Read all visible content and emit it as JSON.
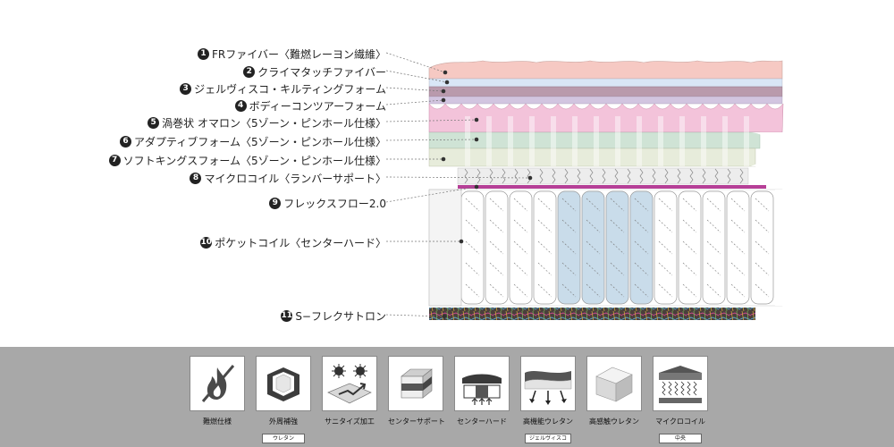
{
  "layers": [
    {
      "num": "1",
      "text": "FRファイバー〈難燃レーヨン繊維〉"
    },
    {
      "num": "2",
      "text": "クライマタッチファイバー"
    },
    {
      "num": "3",
      "text": "ジェルヴィスコ・キルティングフォーム"
    },
    {
      "num": "4",
      "text": "ボディーコンツアーフォーム"
    },
    {
      "num": "5",
      "text": "渦巻状 オマロン〈5ゾーン・ピンホール仕様〉"
    },
    {
      "num": "6",
      "text": "アダプティブフォーム〈5ゾーン・ピンホール仕様〉"
    },
    {
      "num": "7",
      "text": "ソフトキングスフォーム〈5ゾーン・ピンホール仕様〉"
    },
    {
      "num": "8",
      "text": "マイクロコイル〈ランバーサポート〉"
    },
    {
      "num": "9",
      "text": "フレックスフロー2.0"
    },
    {
      "num": "10",
      "text": "ポケットコイル〈センターハード〉"
    },
    {
      "num": "11",
      "text": "S−フレクサトロン"
    }
  ],
  "features": [
    {
      "label": "難燃仕様",
      "sub": "",
      "icon": "flame-off-icon"
    },
    {
      "label": "外周補強",
      "sub": "ウレタン",
      "icon": "perimeter-frame-icon"
    },
    {
      "label": "サニタイズ加工",
      "sub": "",
      "icon": "sanitize-icon"
    },
    {
      "label": "センターサポート",
      "sub": "",
      "icon": "center-support-icon"
    },
    {
      "label": "センターハード",
      "sub": "",
      "icon": "center-hard-icon"
    },
    {
      "label": "高機能ウレタン",
      "sub": "ジェルヴィスコ",
      "icon": "pressure-foam-icon"
    },
    {
      "label": "高感触ウレタン",
      "sub": "",
      "icon": "foam-block-icon"
    },
    {
      "label": "マイクロコイル",
      "sub": "中央",
      "icon": "micro-coil-icon"
    }
  ],
  "colors": {
    "fr_fiber": "#f6c9c3",
    "climatouch": "#d9e6f6",
    "gel_visco": "#b99aac",
    "body_contour": "#d2c5e0",
    "omalon": "#f3c3da",
    "adaptive": "#cfe3d5",
    "soft_kings": "#e7ecdb",
    "micro_coil": "#ededed",
    "flexflow": "#b63f97",
    "center_coil": "#c9dcea",
    "sflexatron": "#4a3f3c",
    "band": "#a8a8a8"
  }
}
